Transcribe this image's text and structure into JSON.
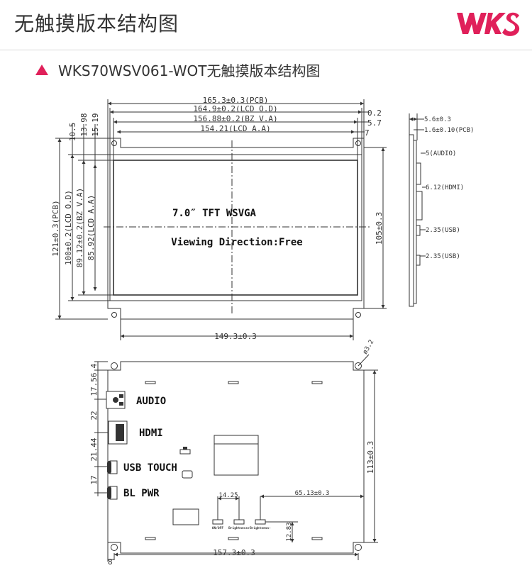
{
  "header": {
    "title": "无触摸版本结构图",
    "logo_text": "WKS",
    "brand_color": "#e0205a"
  },
  "section": {
    "subtitle": "WKS70WSV061-WOT无触摸版本结构图"
  },
  "front_view": {
    "screen_label": "7.0″ TFT WSVGA",
    "viewing_label": "Viewing Direction:Free",
    "dims_top": [
      "165.3±0.3(PCB)",
      "164.9±0.2(LCD O.D)",
      "156.88±0.2(BZ V.A)",
      "154.21(LCD A.A)"
    ],
    "dims_top_right": [
      "0.2",
      "5.7",
      "7"
    ],
    "dims_left": [
      "121±0.3(PCB)",
      "100±0.2(LCD O.D)",
      "89.12±0.2(BZ V.A)",
      "85.92(LCD A.A)"
    ],
    "dims_left_top": [
      "10.5",
      "13.98",
      "15.19"
    ],
    "dim_right": "105±0.3",
    "dim_bottom": "149.3±0.3"
  },
  "side_view": {
    "dims": [
      "5.6±0.3",
      "1.6±0.10(PCB)"
    ],
    "ports": [
      "5(AUDIO)",
      "6.12(HDMI)",
      "2.35(USB)",
      "2.35(USB)"
    ]
  },
  "back_view": {
    "connectors": [
      "AUDIO",
      "HDMI",
      "USB TOUCH",
      "BL PWR"
    ],
    "dims_left": [
      "4",
      "17.56",
      "22",
      "21.44",
      "17"
    ],
    "dim_hole": "ø3.2",
    "dim_right": "113±0.3",
    "dim_button_gap": "14.25",
    "dim_button_right": "65.13±0.3",
    "dim_button_bottom": "12.83",
    "dim_bottom": "157.3±0.3",
    "dim_bottom_left": "8",
    "button_labels": [
      "ON/OFF",
      "Brightness+",
      "Brightness-"
    ]
  }
}
